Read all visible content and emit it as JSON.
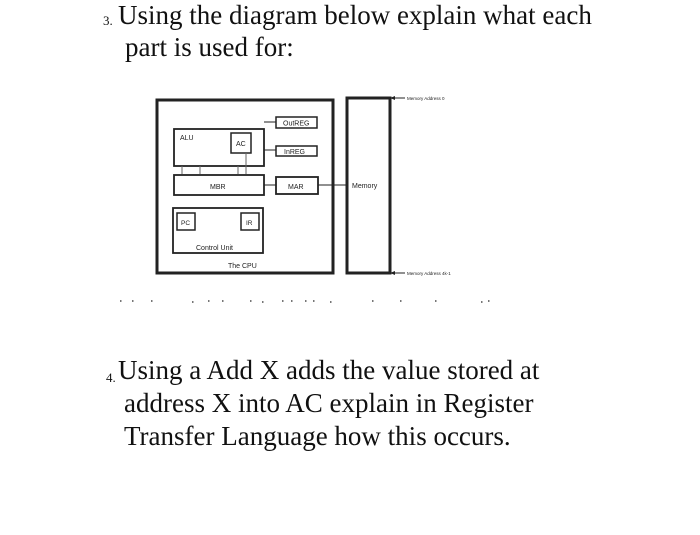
{
  "question3": {
    "number": "3.",
    "lines": [
      "Using the diagram below explain what each",
      "part is used for:"
    ]
  },
  "diagram": {
    "labels": {
      "alu": "ALU",
      "ac": "AC",
      "outreg": "OutREG",
      "inreg": "InREG",
      "mbr": "MBR",
      "mar": "MAR",
      "pc": "PC",
      "ir": "IR",
      "control_unit": "Control Unit",
      "the_cpu": "The CPU",
      "memory": "Memory",
      "memory_address_0": "Memory Address 0",
      "memory_address_n1": "Memory Address 4k-1"
    }
  },
  "question4": {
    "number": "4.",
    "lines": [
      "Using a Add X adds the value stored at",
      "address X into AC explain in Register",
      "Transfer Language how this occurs."
    ]
  }
}
